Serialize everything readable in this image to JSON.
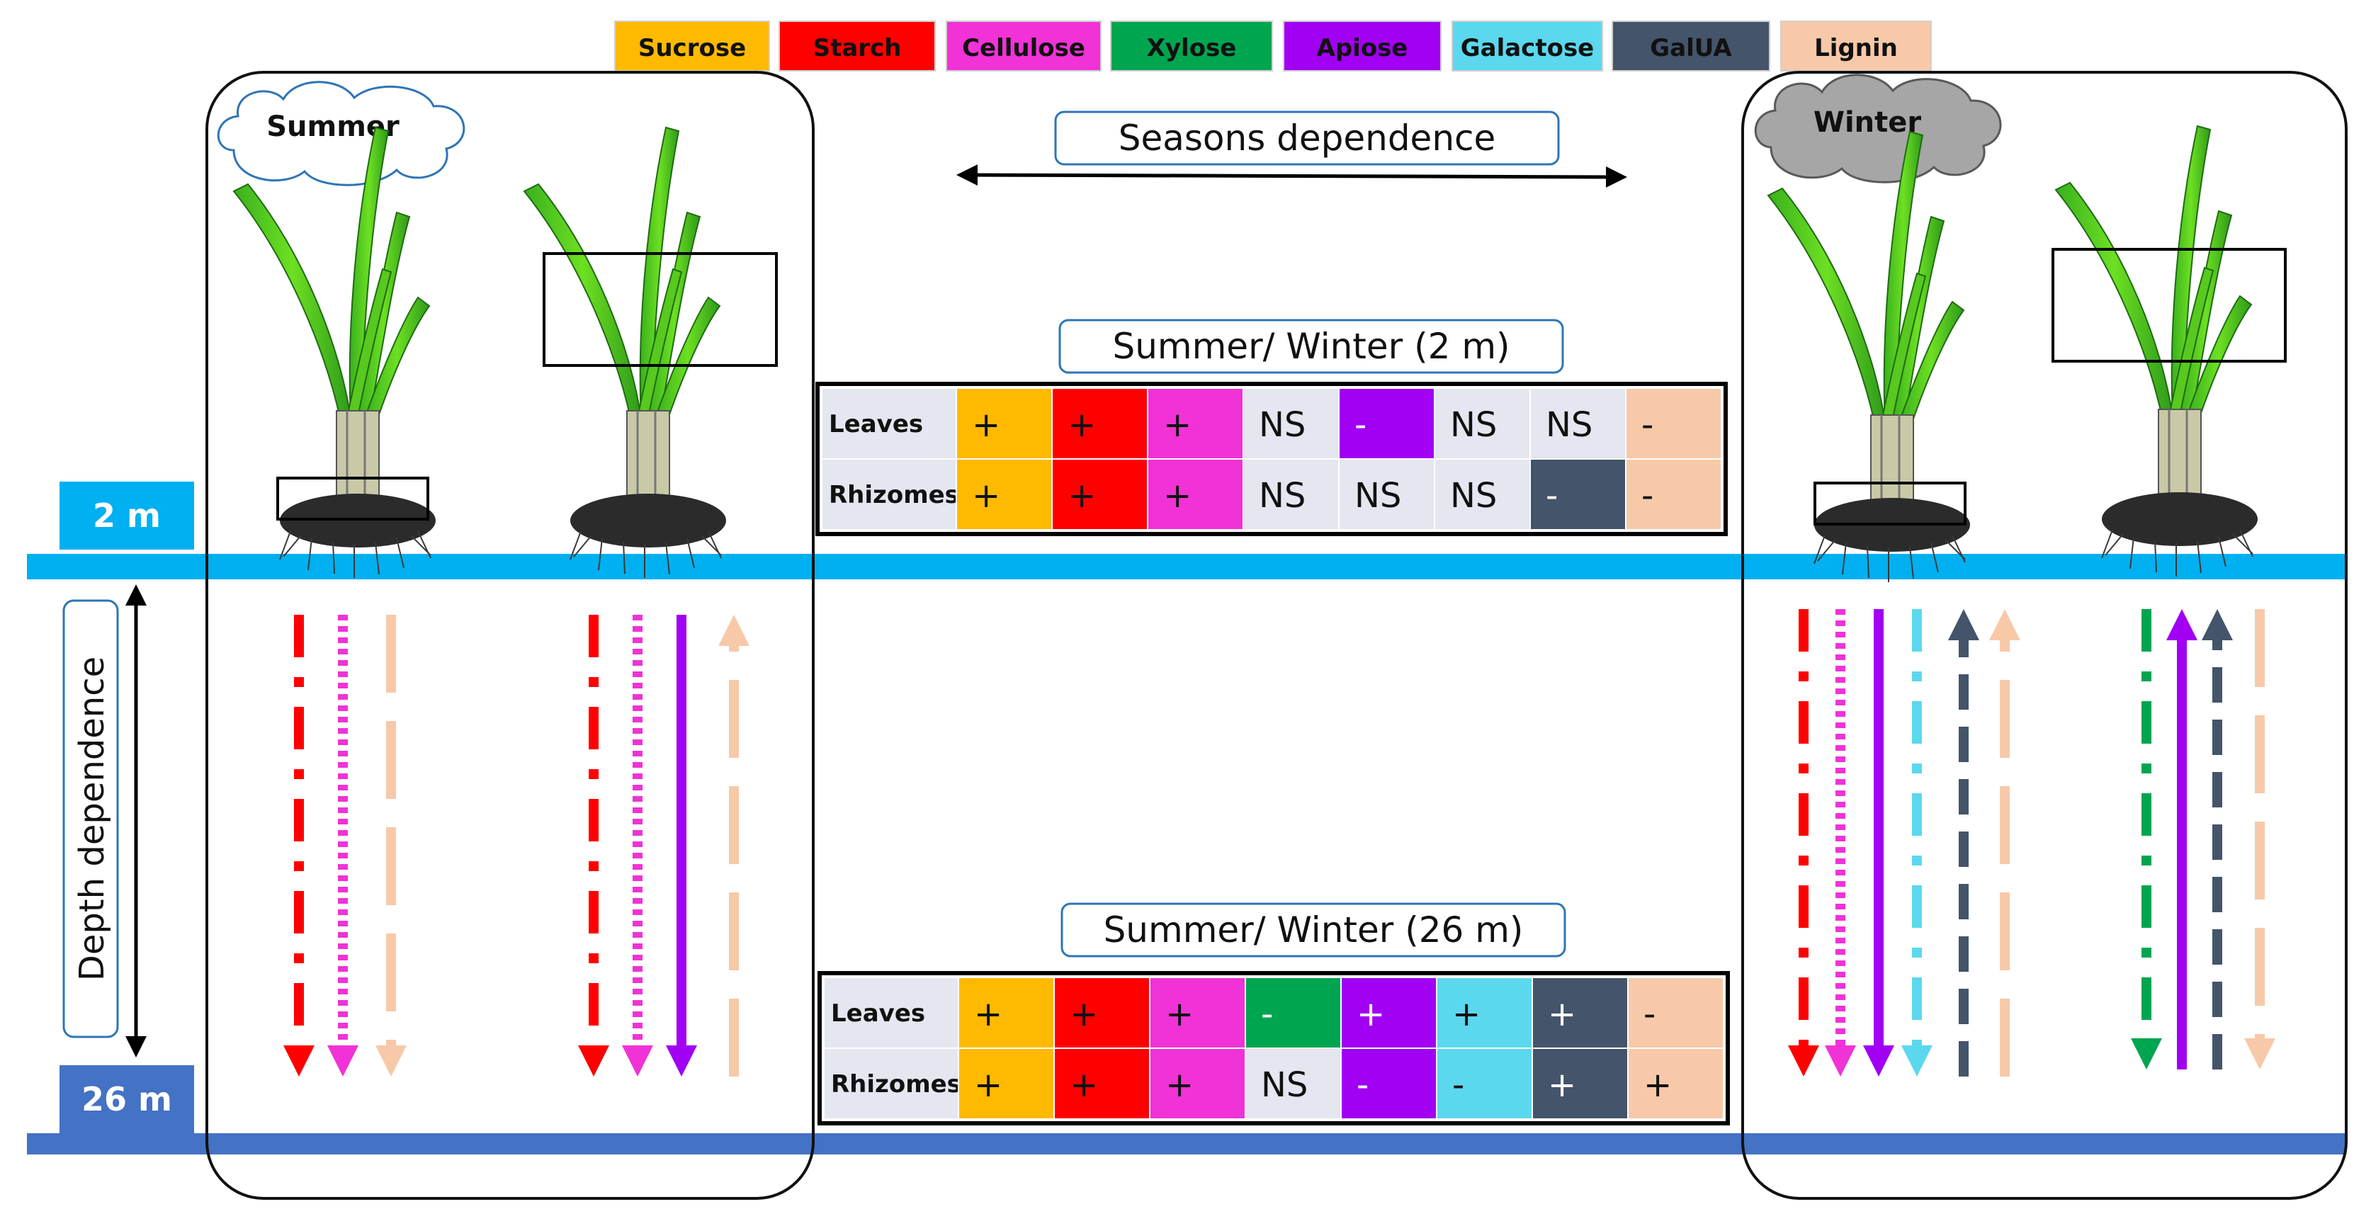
{
  "legend": [
    {
      "label": "Sucrose",
      "color": "#FFB900"
    },
    {
      "label": "Starch",
      "color": "#FF0000"
    },
    {
      "label": "Cellulose",
      "color": "#F032D6"
    },
    {
      "label": "Xylose",
      "color": "#00A550"
    },
    {
      "label": "Apiose",
      "color": "#A100F2"
    },
    {
      "label": "Galactose",
      "color": "#5BD8EE"
    },
    {
      "label": "GalUA",
      "color": "#44546A"
    },
    {
      "label": "Lignin",
      "color": "#F7C9A8"
    }
  ],
  "seasons": {
    "summer": "Summer",
    "winter": "Winter"
  },
  "seasons_dependence": "Seasons dependence",
  "depth_dependence": "Depth dependence",
  "depth_markers": {
    "shallow": "2 m",
    "deep": "26 m",
    "shallow_color": "#00B0F0",
    "deep_color": "#4472C4"
  },
  "tables": [
    {
      "title": "Summer/ Winter (2 m)",
      "rows": [
        {
          "label": "Leaves",
          "cells": [
            "+",
            "+",
            "+",
            "NS",
            "-",
            "NS",
            "NS",
            "-"
          ],
          "colored": [
            true,
            true,
            true,
            false,
            true,
            false,
            false,
            true
          ]
        },
        {
          "label": "Rhizomes",
          "cells": [
            "+",
            "+",
            "+",
            "NS",
            "NS",
            "NS",
            "-",
            "-"
          ],
          "colored": [
            true,
            true,
            true,
            false,
            false,
            false,
            true,
            true
          ]
        }
      ]
    },
    {
      "title": "Summer/ Winter (26 m)",
      "rows": [
        {
          "label": "Leaves",
          "cells": [
            "+",
            "+",
            "+",
            "-",
            "+",
            "+",
            "+",
            "-"
          ],
          "colored": [
            true,
            true,
            true,
            true,
            true,
            true,
            true,
            true
          ]
        },
        {
          "label": "Rhizomes",
          "cells": [
            "+",
            "+",
            "+",
            "NS",
            "-",
            "-",
            "+",
            "+"
          ],
          "colored": [
            true,
            true,
            true,
            false,
            true,
            true,
            true,
            true
          ]
        }
      ]
    }
  ],
  "depth_arrows": {
    "summer_rhizomes": [
      {
        "component": "Starch",
        "direction": "down",
        "style": "dashdot"
      },
      {
        "component": "Cellulose",
        "direction": "down",
        "style": "dotted"
      },
      {
        "component": "Lignin",
        "direction": "down",
        "style": "longdash"
      }
    ],
    "summer_leaves": [
      {
        "component": "Starch",
        "direction": "down",
        "style": "dashdot"
      },
      {
        "component": "Cellulose",
        "direction": "down",
        "style": "dotted"
      },
      {
        "component": "Apiose",
        "direction": "down",
        "style": "solid"
      },
      {
        "component": "Lignin",
        "direction": "up",
        "style": "longdash"
      }
    ],
    "winter_rhizomes": [
      {
        "component": "Starch",
        "direction": "down",
        "style": "dashdot"
      },
      {
        "component": "Cellulose",
        "direction": "down",
        "style": "dotted"
      },
      {
        "component": "Apiose",
        "direction": "down",
        "style": "solid"
      },
      {
        "component": "Galactose",
        "direction": "down",
        "style": "dashdot"
      },
      {
        "component": "GalUA",
        "direction": "up",
        "style": "dashed"
      },
      {
        "component": "Lignin",
        "direction": "up",
        "style": "longdash"
      }
    ],
    "winter_leaves": [
      {
        "component": "Xylose",
        "direction": "down",
        "style": "dashdot"
      },
      {
        "component": "Apiose",
        "direction": "up",
        "style": "solid"
      },
      {
        "component": "GalUA",
        "direction": "up",
        "style": "dashed"
      },
      {
        "component": "Lignin",
        "direction": "down",
        "style": "longdash"
      }
    ]
  }
}
